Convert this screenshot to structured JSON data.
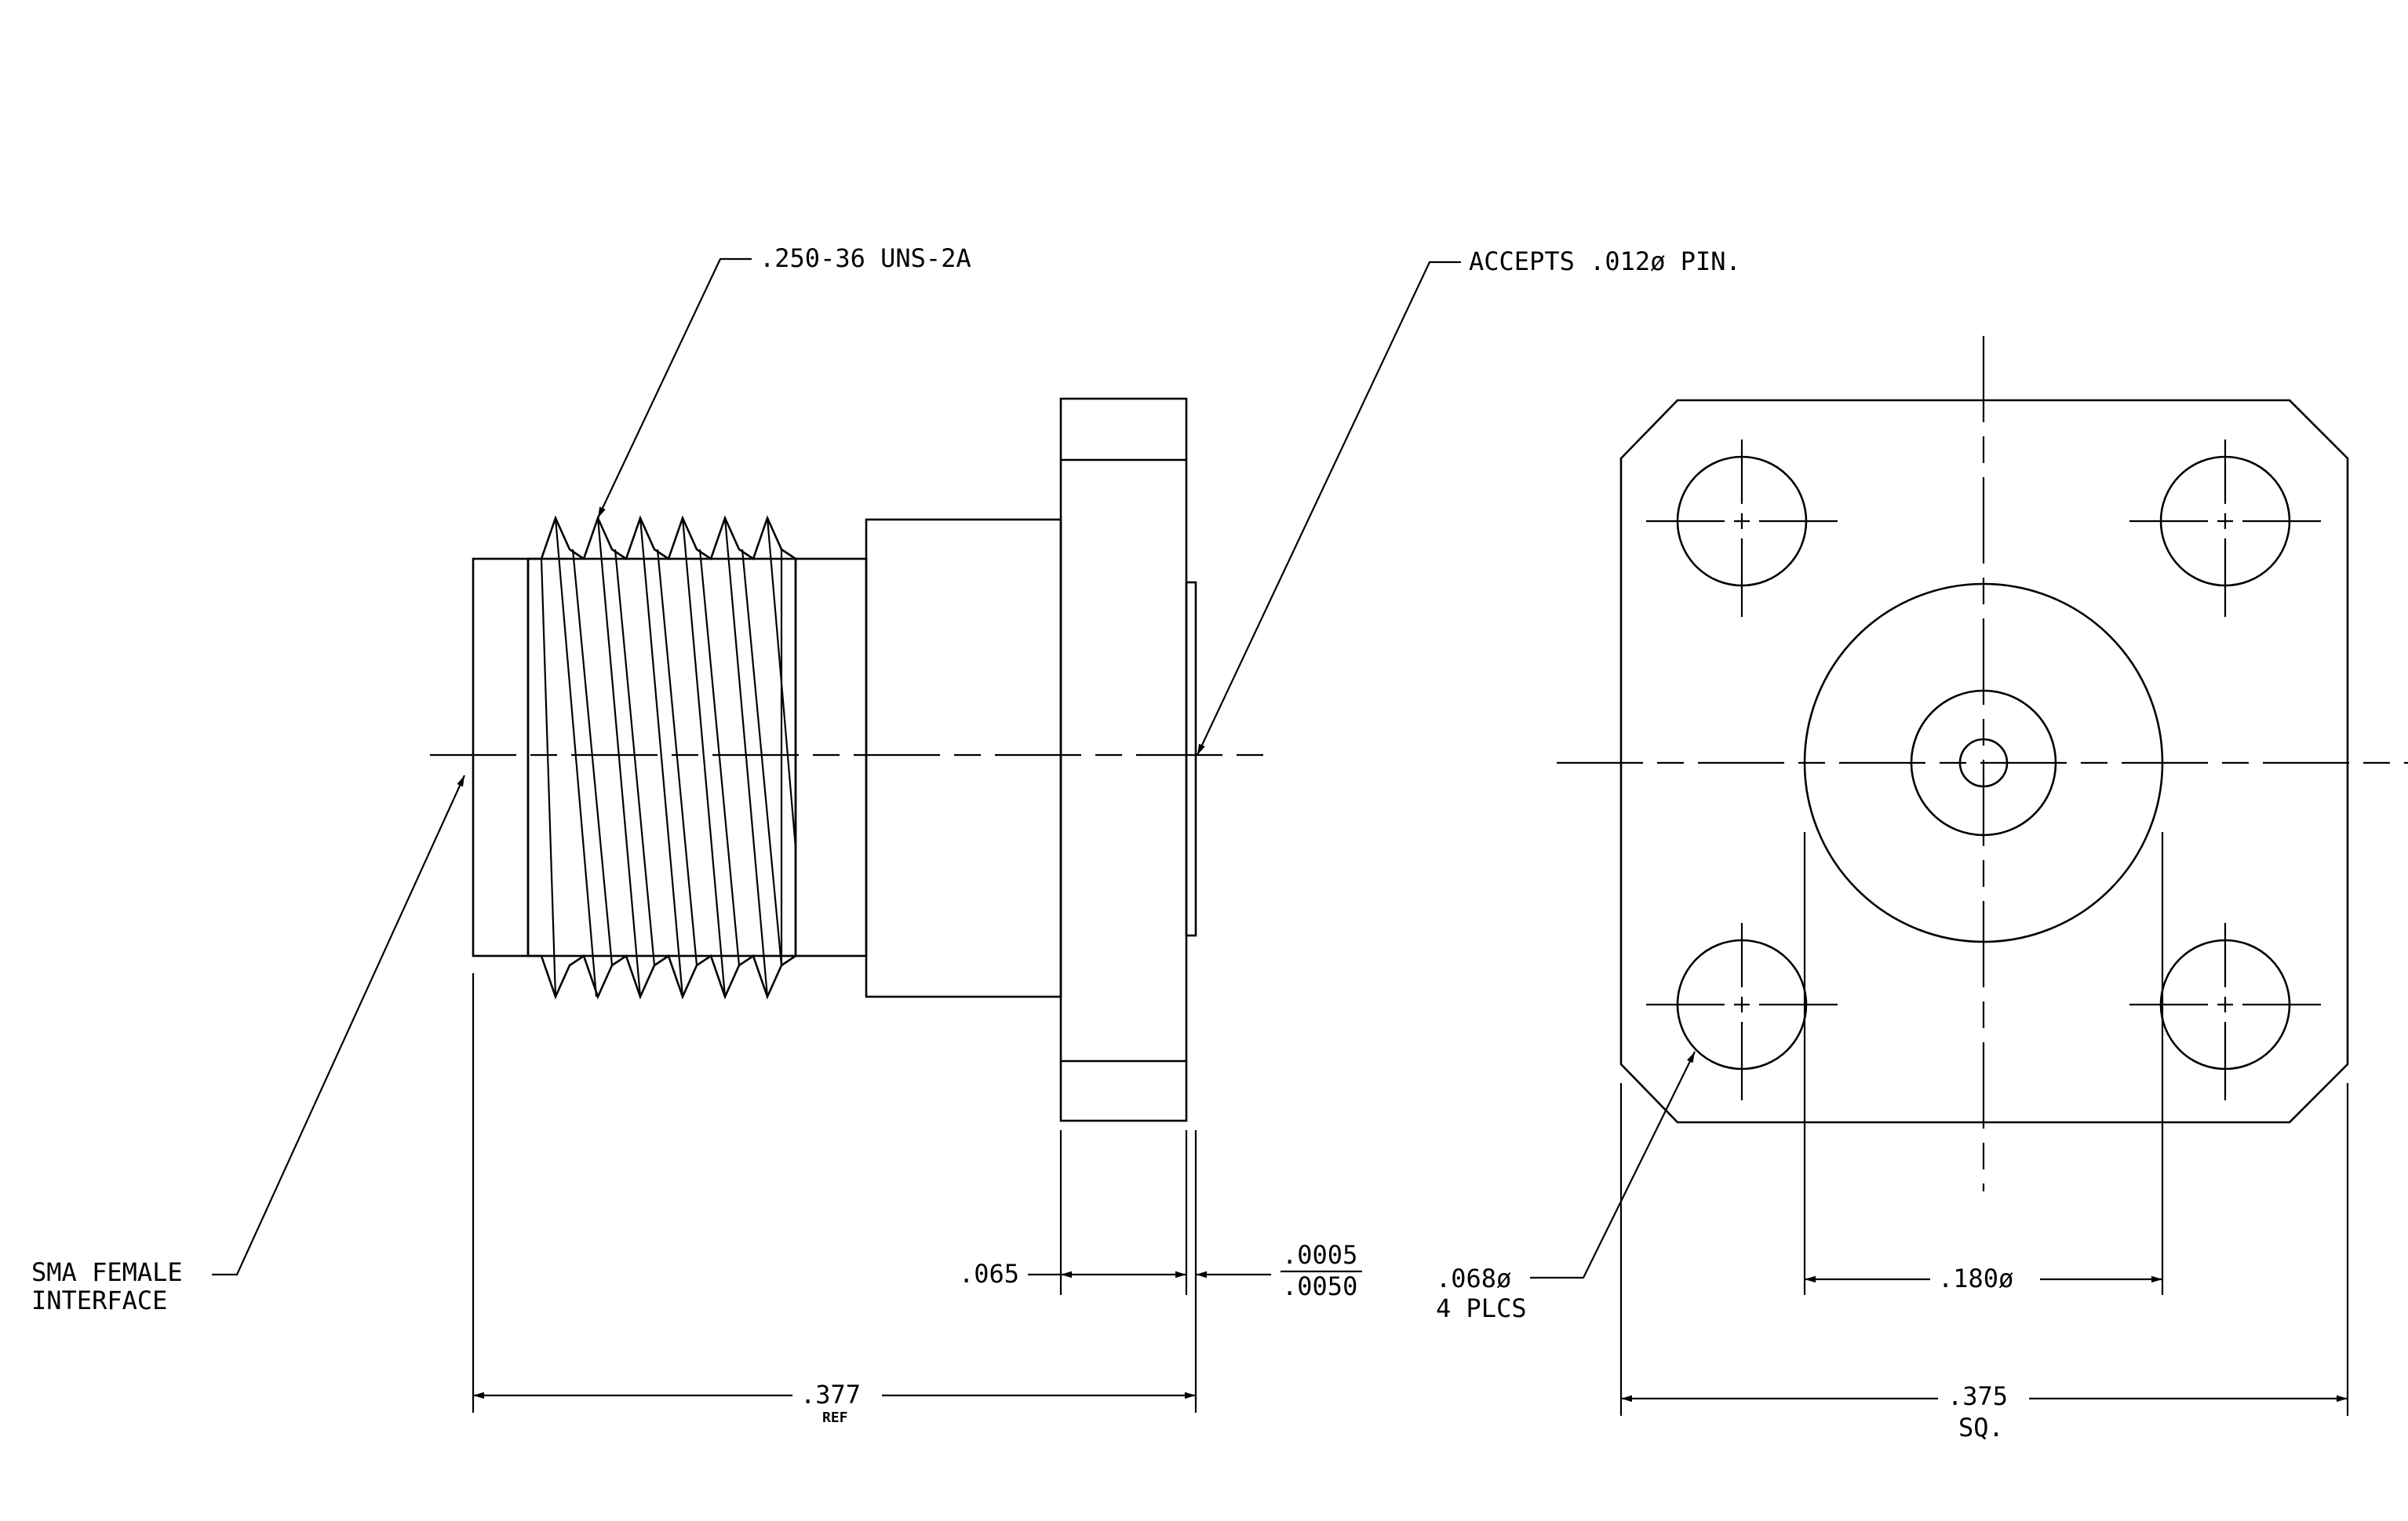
{
  "labels": {
    "thread_spec": ".250-36 UNS-2A",
    "pin_note": "ACCEPTS .012ø PIN.",
    "interface_line1": "SMA FEMALE",
    "interface_line2": "INTERFACE",
    "flange_thickness": ".065",
    "tol_upper": ".0005",
    "tol_lower": ".0050",
    "overall_length": ".377",
    "overall_length_ref": "REF",
    "hole_diameter": ".068ø",
    "hole_count": "4 PLCS",
    "boss_diameter": ".180ø",
    "flange_size": ".375",
    "flange_size_suffix": "SQ."
  }
}
